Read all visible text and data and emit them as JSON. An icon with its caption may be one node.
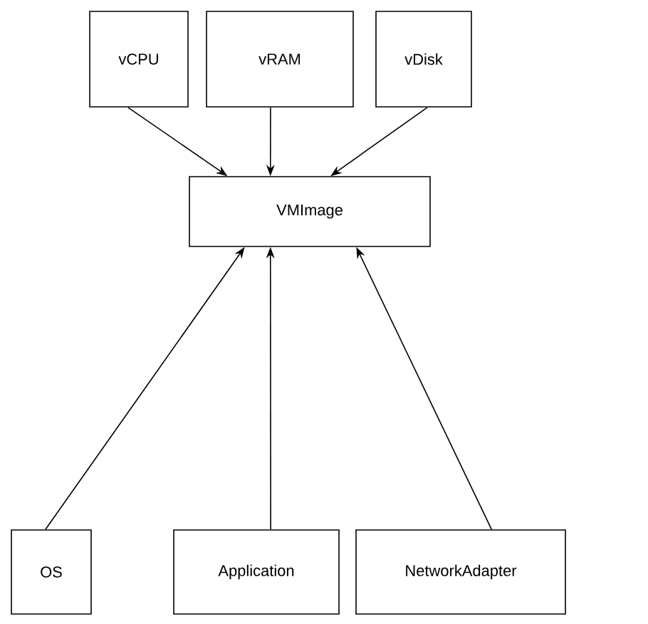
{
  "diagram": {
    "nodes": [
      {
        "text": [
          "vCPU"
        ]
      },
      {
        "text": [
          "vRAM"
        ]
      },
      {
        "text": [
          "vDisk"
        ]
      },
      {
        "text": [
          "VMImage"
        ]
      },
      {
        "text": [
          "OS"
        ]
      },
      {
        "text": [
          "Application"
        ]
      },
      {
        "text": [
          "NetworkAdapter"
        ]
      }
    ],
    "edges": [
      {
        "from": 0,
        "to": 3,
        "arrow": "to"
      },
      {
        "from": 1,
        "to": 3,
        "arrow": "to"
      },
      {
        "from": 2,
        "to": 3,
        "arrow": "to"
      },
      {
        "from": 4,
        "to": 3,
        "arrow": "to"
      },
      {
        "from": 5,
        "to": 3,
        "arrow": "to"
      },
      {
        "from": 6,
        "to": 3,
        "arrow": "to"
      }
    ]
  }
}
